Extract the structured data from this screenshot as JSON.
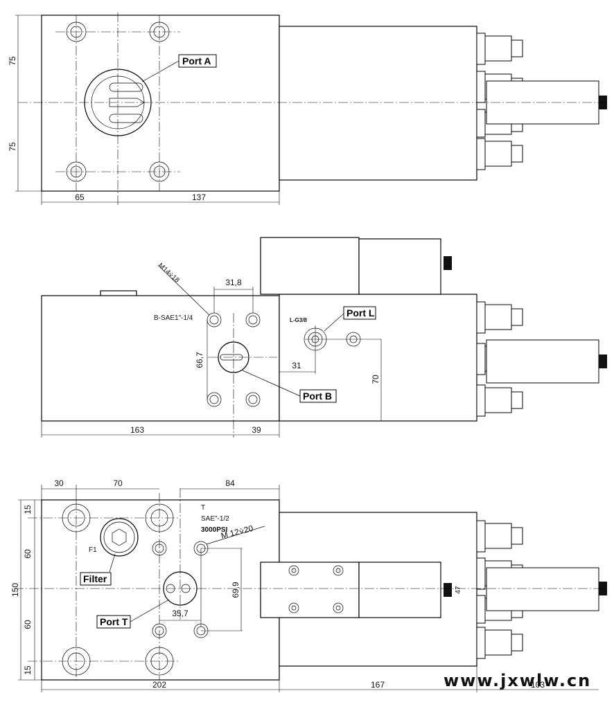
{
  "top_view": {
    "port_label": "Port A",
    "dims": {
      "h_upper": "75",
      "h_lower": "75",
      "w_left": "65",
      "w_right": "137"
    }
  },
  "side_view": {
    "port_b_label": "Port B",
    "port_l_label": "Port L",
    "thread_note": "M14⩒18",
    "sae_note": "B-SAE1\"-1/4",
    "lg_note": "L-G3/8",
    "dims": {
      "d_31_8": "31,8",
      "d_66_7": "66,7",
      "d_31": "31",
      "d_70": "70",
      "d_163": "163",
      "d_39": "39"
    }
  },
  "bottom_view": {
    "filter_label": "Filter",
    "f1_label": "F1",
    "port_t_label": "Port T",
    "t_note": "T",
    "sae_note": "SAE\"-1/2",
    "psi_note": "3000PSI",
    "thread_note": "M 12⩒20",
    "dims": {
      "top_30": "30",
      "top_70": "70",
      "top_84": "84",
      "left_15a": "15",
      "left_60a": "60",
      "left_150": "150",
      "left_60b": "60",
      "left_15b": "15",
      "d_69_9": "69,9",
      "d_35_7": "35,7",
      "d_47": "47",
      "bot_202": "202",
      "bot_167": "167",
      "bot_103": "103"
    }
  },
  "watermark": "www.jxwlw.cn"
}
